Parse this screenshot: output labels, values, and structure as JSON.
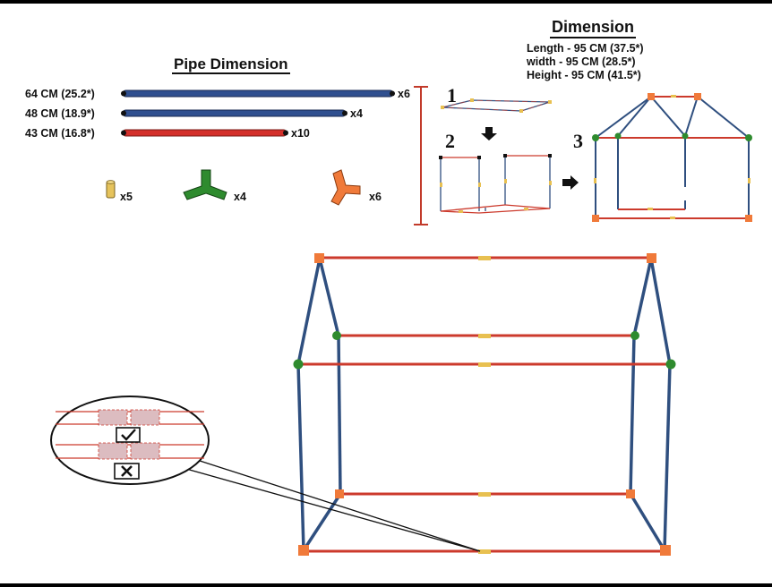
{
  "pipe_dimension": {
    "title": "Pipe Dimension",
    "pipes": [
      {
        "label": "64 CM (25.2*)",
        "qty": "x6",
        "color": "#2f4f8f"
      },
      {
        "label": "48 CM (18.9*)",
        "qty": "x4",
        "color": "#2f4f8f"
      },
      {
        "label": "43 CM (16.8*)",
        "qty": "x10",
        "color": "#d4302b"
      }
    ],
    "connectors": [
      {
        "icon": "straight-connector-icon",
        "qty": "x5",
        "color": "#e6c35c"
      },
      {
        "icon": "green-three-way-connector-icon",
        "qty": "x4",
        "color": "#2e8b2e"
      },
      {
        "icon": "orange-three-way-connector-icon",
        "qty": "x6",
        "color": "#f07a3a"
      }
    ]
  },
  "dimension": {
    "title": "Dimension",
    "length": "Length - 95 CM (37.5*)",
    "width": "width - 95 CM (28.5*)",
    "height": "Height - 95 CM (41.5*)"
  },
  "steps": {
    "one": "1",
    "two": "2",
    "three": "3"
  },
  "colors": {
    "frame_blue": "#2f4f7f",
    "frame_red": "#cc3a2c",
    "joint_orange": "#f07a3a",
    "joint_green": "#2e8b2e",
    "connector_yellow": "#e8c050",
    "bracket_red": "#c23a2a"
  },
  "detail": {
    "correct_icon": "checkmark-icon",
    "wrong_icon": "x-mark-icon"
  }
}
